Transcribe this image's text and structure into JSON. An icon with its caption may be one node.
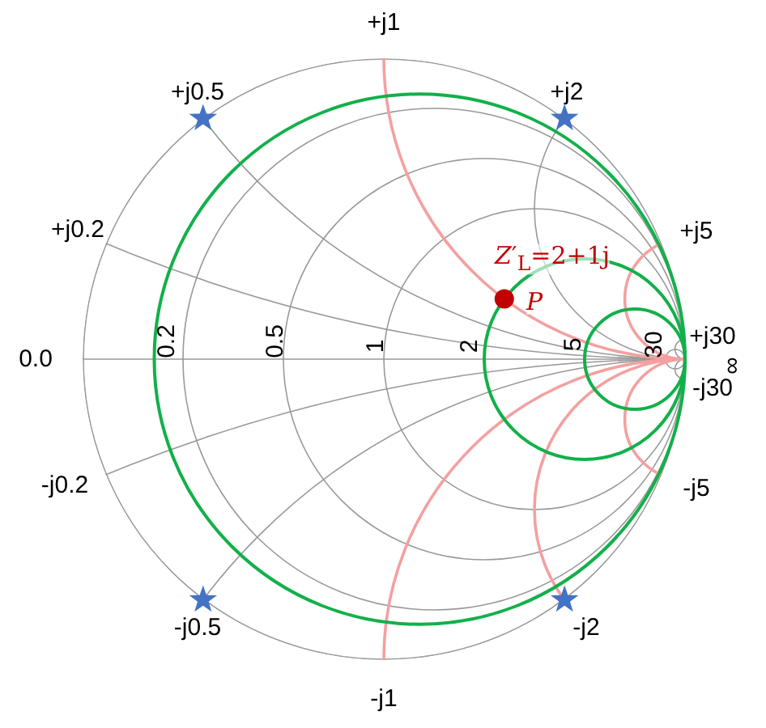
{
  "diagram": {
    "labels": [
      "+j1",
      "+j0.5",
      "+j2",
      "+j0.2",
      "+j5",
      "0.0",
      "0.2",
      "0.5",
      "1",
      "2",
      "5",
      "30",
      "+j30",
      "∞",
      "-j30",
      "-j0.2",
      "-j5",
      "-j0.5",
      "-j2",
      "-j1",
      "*Z*′$_{L}$=2+1j",
      "*P*"
    ]
  }
}
